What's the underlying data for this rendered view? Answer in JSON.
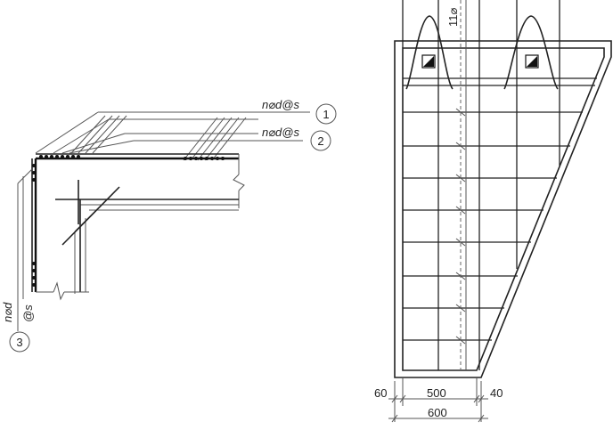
{
  "labels": {
    "rebar_1": "n⌀d@s",
    "rebar_2": "n⌀d@s",
    "rebar_3_top": "n⌀d",
    "rebar_3_bottom": "@s",
    "bar_count": "11⌀"
  },
  "markers": {
    "m1": "1",
    "m2": "2",
    "m3": "3"
  },
  "dimensions": {
    "left_offset": "60",
    "inner_width": "500",
    "right_offset": "40",
    "total_width": "600"
  }
}
